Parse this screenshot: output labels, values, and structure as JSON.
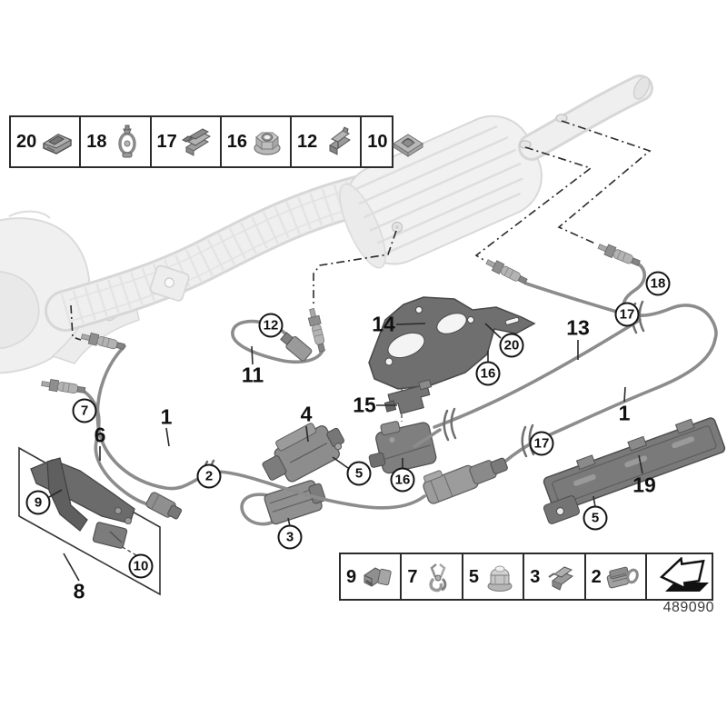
{
  "doc_number": "489090",
  "top_table": {
    "cells": [
      {
        "number": "20",
        "icon": "speed-nut-clip-icon"
      },
      {
        "number": "18",
        "icon": "hose-clamp-icon"
      },
      {
        "number": "17",
        "icon": "cable-clip-icon"
      },
      {
        "number": "16",
        "icon": "flange-nut-icon"
      },
      {
        "number": "12",
        "icon": "cable-clip-icon"
      },
      {
        "number": "10",
        "icon": "grommet-icon"
      }
    ]
  },
  "bottom_table": {
    "cells": [
      {
        "number": "9",
        "icon": "bracket-clip-icon"
      },
      {
        "number": "7",
        "icon": "spring-clamp-icon"
      },
      {
        "number": "5",
        "icon": "cap-nut-icon"
      },
      {
        "number": "3",
        "icon": "retaining-clip-icon"
      },
      {
        "number": "2",
        "icon": "connector-icon"
      }
    ],
    "arrow_cell_icon": "direction-arrow-icon"
  },
  "callouts": [
    {
      "label": "20",
      "kind": "circled"
    },
    {
      "label": "16",
      "kind": "circled"
    },
    {
      "label": "14",
      "kind": "plain"
    },
    {
      "label": "13",
      "kind": "plain"
    },
    {
      "label": "15",
      "kind": "plain"
    },
    {
      "label": "17",
      "kind": "circled"
    },
    {
      "label": "18",
      "kind": "circled"
    },
    {
      "label": "12",
      "kind": "circled"
    },
    {
      "label": "11",
      "kind": "plain"
    },
    {
      "label": "7",
      "kind": "circled"
    },
    {
      "label": "6",
      "kind": "plain"
    },
    {
      "label": "1",
      "kind": "plain"
    },
    {
      "label": "2",
      "kind": "circled"
    },
    {
      "label": "4",
      "kind": "plain"
    },
    {
      "label": "5",
      "kind": "circled"
    },
    {
      "label": "3",
      "kind": "circled"
    },
    {
      "label": "16",
      "kind": "circled"
    },
    {
      "label": "17",
      "kind": "circled"
    },
    {
      "label": "1",
      "kind": "plain"
    },
    {
      "label": "19",
      "kind": "plain"
    },
    {
      "label": "5",
      "kind": "circled"
    },
    {
      "label": "9",
      "kind": "circled"
    },
    {
      "label": "10",
      "kind": "circled"
    },
    {
      "label": "8",
      "kind": "plain"
    }
  ],
  "colors": {
    "line": "#2b2b2b",
    "part_dark": "#6f6f6f",
    "part_mid": "#9a9a9a",
    "cable": "#8c8c8c",
    "exhaust_fill": "#f1f1f1",
    "exhaust_line": "#d8d8d8"
  }
}
